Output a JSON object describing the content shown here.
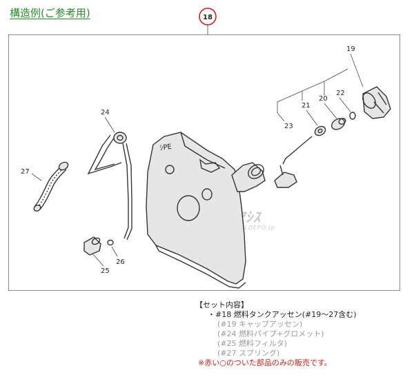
{
  "header": {
    "title": "構造例(ご参考用)"
  },
  "callout": {
    "number": "18",
    "color": "#d51a1a"
  },
  "parts": {
    "p19": "19",
    "p20": "20",
    "p21": "21",
    "p22": "22",
    "p23": "23",
    "p24": "24",
    "p25": "25",
    "p26": "26",
    "p27": "27"
  },
  "tank": {
    "logo_text": "ｼPE"
  },
  "watermark": {
    "main": "ｵｱｼｽ",
    "sub": "MALDEPO.jp"
  },
  "set_contents": {
    "heading": "【セット内容】",
    "main_item": "・#18 燃料タンクアッセン(#19～27含む)",
    "sub_items": [
      "(#19 キャップアッセン)",
      "(#24 燃料パイプ+グロメット)",
      "(#25 燃料フィルタ)",
      "(#27 スプリング)"
    ],
    "note": "※赤い○のついた部品のみの販売です。"
  },
  "colors": {
    "title": "#2a8a2a",
    "note": "#d51a1a",
    "muted": "#9a9a9a"
  }
}
